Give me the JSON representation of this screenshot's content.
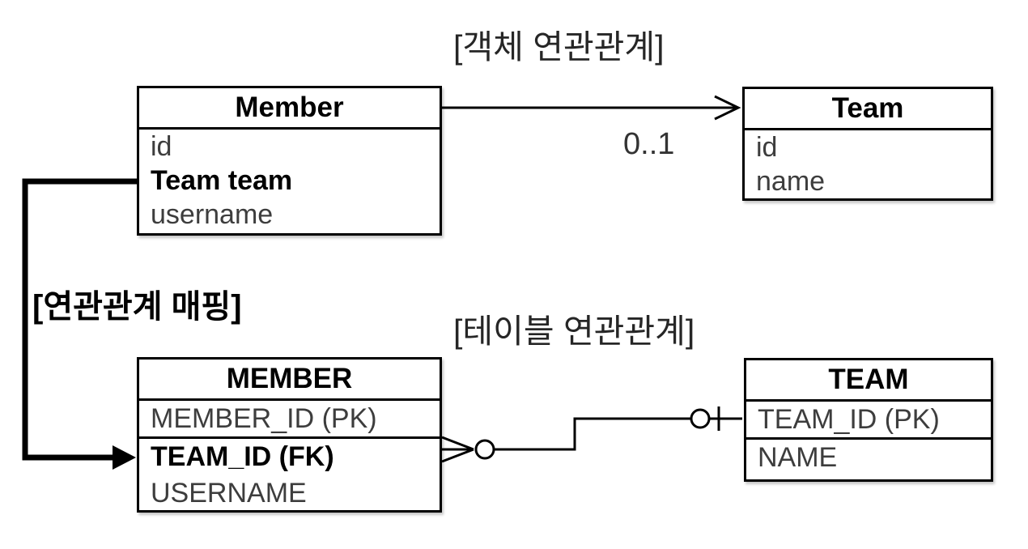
{
  "diagram": {
    "section_labels": {
      "object_association": "[객체 연관관계]",
      "association_mapping": "[연관관계 매핑]",
      "table_association": "[테이블 연관관계]"
    },
    "multiplicity_label": "0..1",
    "object_model": {
      "member": {
        "title": "Member",
        "fields": [
          "id",
          "Team team",
          "username"
        ]
      },
      "team": {
        "title": "Team",
        "fields": [
          "id",
          "name"
        ]
      }
    },
    "table_model": {
      "member": {
        "title": "MEMBER",
        "fields": [
          "MEMBER_ID (PK)",
          "TEAM_ID (FK)",
          "USERNAME"
        ]
      },
      "team": {
        "title": "TEAM",
        "fields": [
          "TEAM_ID (PK)",
          "NAME"
        ]
      }
    },
    "colors": {
      "background": "#ffffff",
      "line": "#000000",
      "text_regular": "#3d3d3d",
      "text_emphasis": "#000000"
    }
  }
}
